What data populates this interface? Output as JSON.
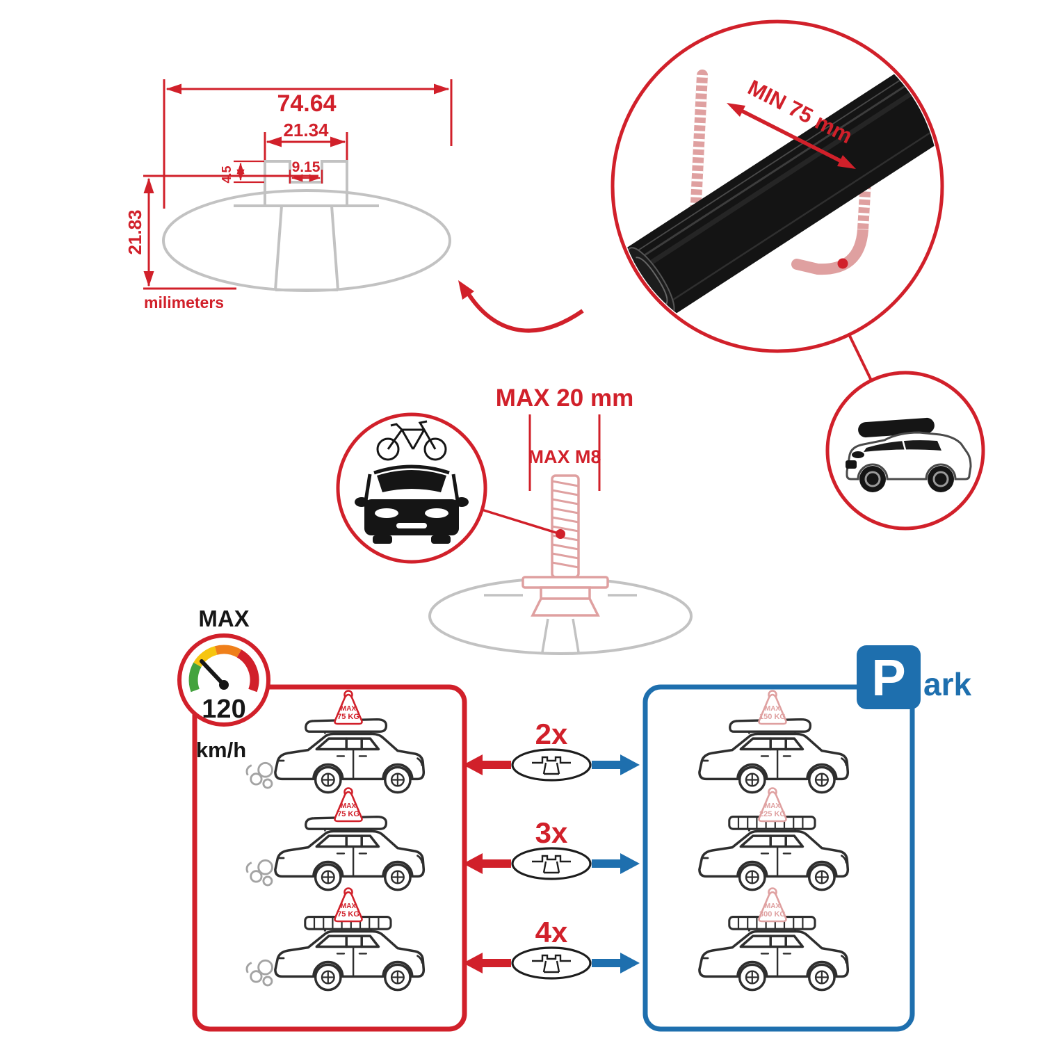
{
  "colors": {
    "red": "#d1202a",
    "blue": "#1e6fae",
    "gray": "#c2c2c2",
    "pink": "#dfa0a0",
    "black": "#141414",
    "green": "#44a33e",
    "yellow": "#f6c50f",
    "orange": "#ef7f1a"
  },
  "dimension_diagram": {
    "total_width": "74.64",
    "slot_outer_width": "21.34",
    "slot_inner_width": "9.15",
    "slot_depth": "4.5",
    "total_height": "21.83",
    "units_label": "milimeters"
  },
  "crossbar_detail": {
    "min_width_label": "MIN 75 mm"
  },
  "bolt_detail": {
    "max_width_label": "MAX 20 mm",
    "max_thread_label": "MAX M8"
  },
  "speed_gauge": {
    "title": "MAX",
    "value": "120",
    "unit": "km/h"
  },
  "park_sign": {
    "letter": "P",
    "suffix": "ark"
  },
  "driving_panel": {
    "cars": [
      {
        "tag_title": "MAX",
        "tag_value": "75 KG"
      },
      {
        "tag_title": "MAX",
        "tag_value": "75 KG"
      },
      {
        "tag_title": "MAX",
        "tag_value": "75 KG"
      }
    ]
  },
  "parked_panel": {
    "cars": [
      {
        "tag_title": "MAX",
        "tag_value": "150 KG"
      },
      {
        "tag_title": "MAX",
        "tag_value": "225 KG"
      },
      {
        "tag_title": "MAX",
        "tag_value": "300 KG"
      }
    ]
  },
  "bar_multipliers": [
    "2x",
    "3x",
    "4x"
  ]
}
